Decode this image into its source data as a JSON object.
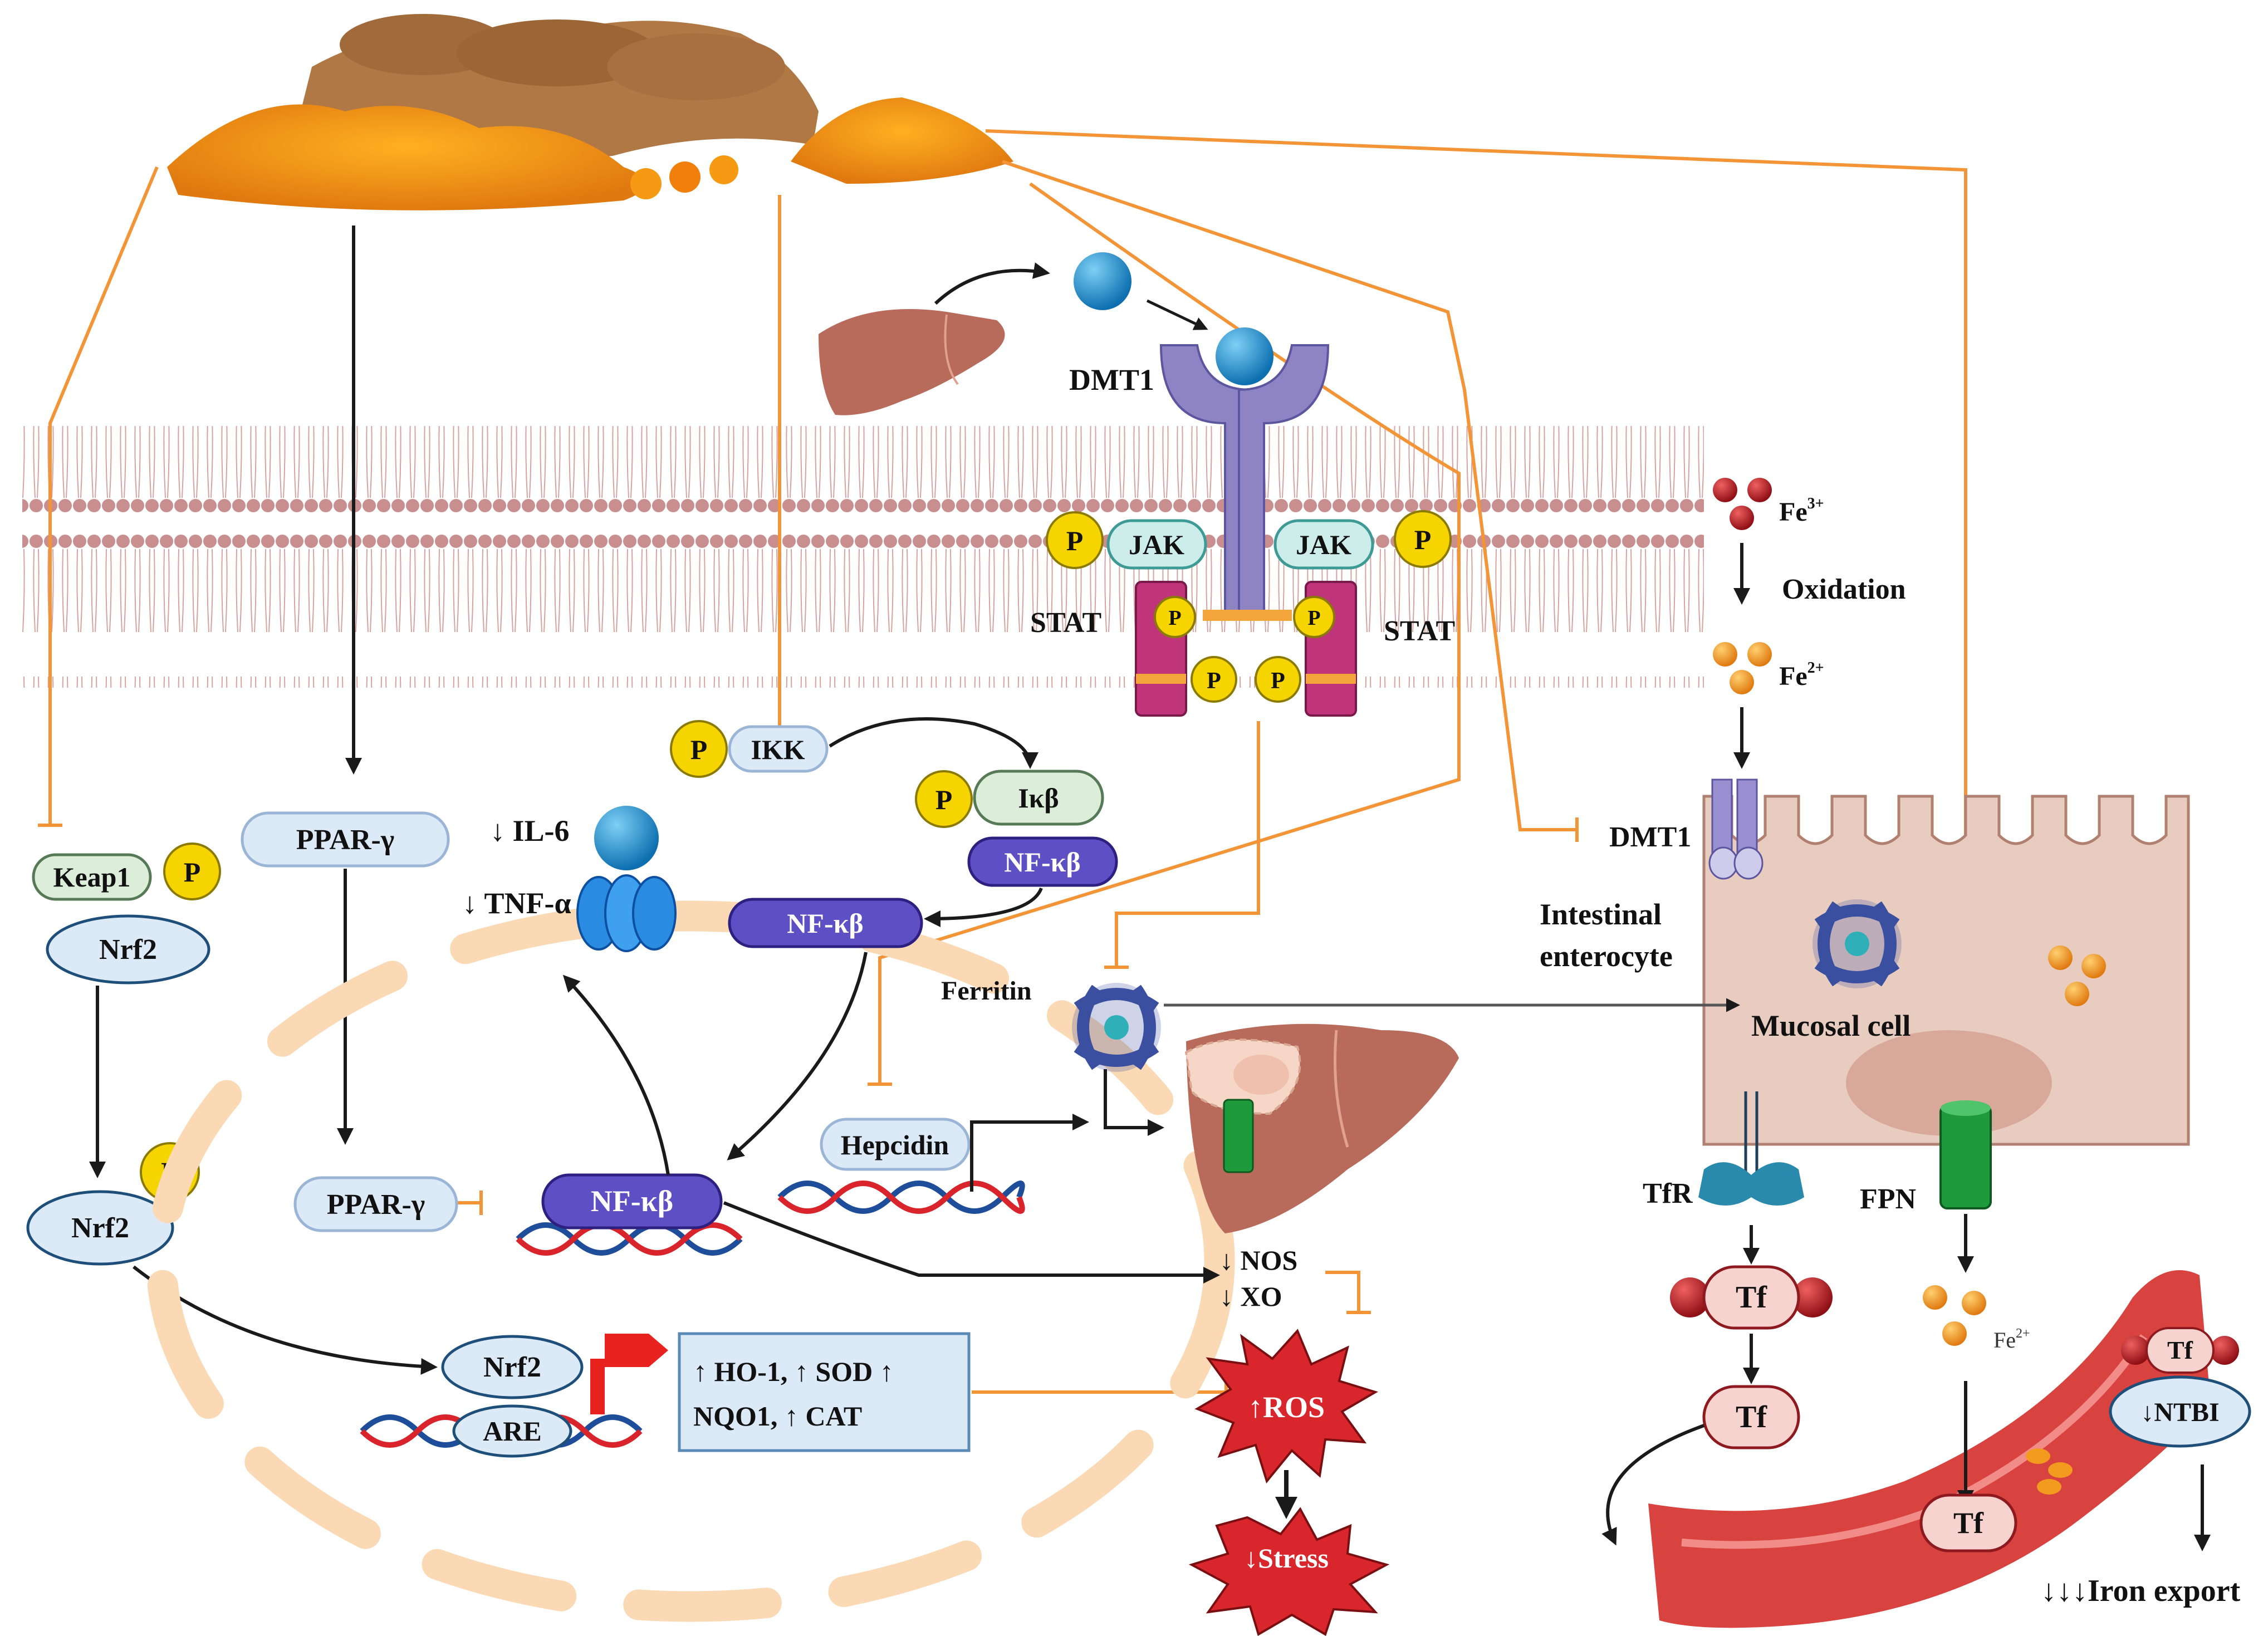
{
  "labels": {
    "dmt1_receptor": "DMT1",
    "dmt1_inhibited": "DMT1",
    "jak": "JAK",
    "stat": "STAT",
    "p": "P",
    "fe3": "Fe",
    "fe3_sup": "3+",
    "fe2": "Fe",
    "fe2_sup": "2+",
    "oxidation": "Oxidation",
    "ikk": "IKK",
    "ikb": "Iκβ",
    "nfkb": "NF-κβ",
    "ppar": "PPAR-γ",
    "keap1": "Keap1",
    "nrf2": "Nrf2",
    "il6": "↓ IL-6",
    "tnf": "↓ TNF-α",
    "ferritin": "Ferritin",
    "hepcidin": "Hepcidin",
    "intestinal_line1": "Intestinal",
    "intestinal_line2": "enterocyte",
    "mucosal_cell": "Mucosal cell",
    "tfr": "TfR",
    "fpn": "FPN",
    "tf": "Tf",
    "nos": "↓ NOS",
    "xo": "↓ XO",
    "are": "ARE",
    "enzymes_line1": "↑ HO-1, ↑ SOD ↑",
    "enzymes_line2": "NQO1,  ↑ CAT",
    "ros": "↑ROS",
    "stress": "↓Stress",
    "ntbi": "↓NTBI",
    "iron_export": "↓↓↓Iron export"
  },
  "colors": {
    "inhibition": "#F39437",
    "arrow": "#1a1a1a",
    "membrane_head": "#C98E8E",
    "phosphate": "#F5D400",
    "iron_blue": "#1D8FD0",
    "fe3_red": "#C0202A",
    "fe2_orange": "#F29B1F",
    "nfkb_purple": "#5E4FC5",
    "oval_blue": "#DCEAF8",
    "liver": "#B86A5B",
    "vessel": "#D8423F",
    "enterocyte": "#E8CCC0",
    "ros_red": "#D9262C"
  }
}
